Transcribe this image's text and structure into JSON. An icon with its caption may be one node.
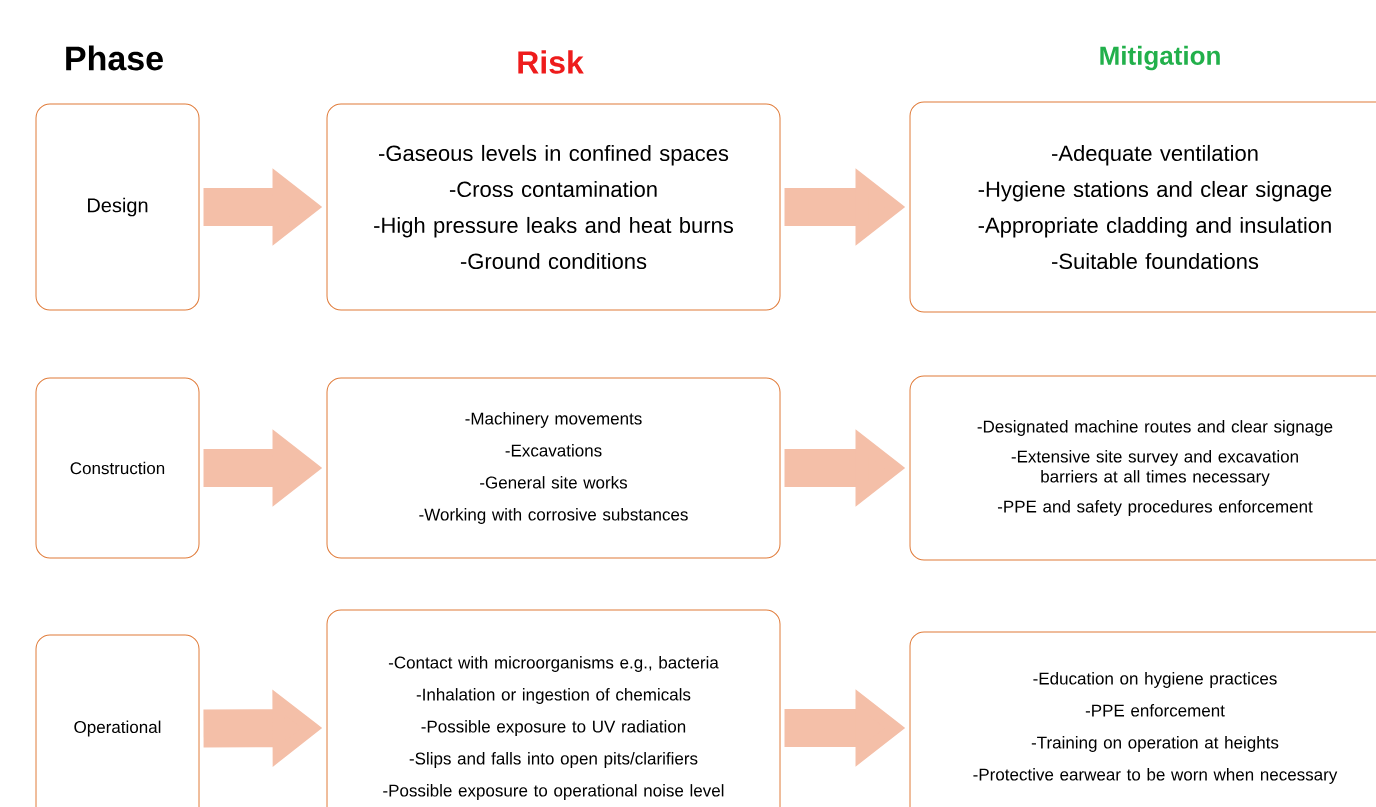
{
  "diagram": {
    "nodes": [
      {
        "text": [
          "Design"
        ]
      },
      {
        "text": [
          "-Gaseous levels in confined spaces",
          "-Cross contamination",
          "-High pressure leaks  and heat burns",
          "-Ground conditions"
        ]
      },
      {
        "text": [
          "-Adequate ventilation",
          "-Hygiene stations and clear signage",
          "-Appropriate cladding and insulation",
          "-Suitable foundations"
        ]
      },
      {
        "text": [
          "Construction"
        ]
      },
      {
        "text": [
          "-Machinery movements",
          "-Excavations",
          "-General site works",
          "-Working with corrosive substances"
        ]
      },
      {
        "text": [
          "-Designated machine routes and clear signage",
          "-Extensive site survey and excavation barriers at all times necessary",
          "-PPE and safety procedures enforcement"
        ]
      },
      {
        "text": [
          "Operational"
        ]
      },
      {
        "text": [
          "-Contact with microorganisms e.g., bacteria",
          "-Inhalation or ingestion of chemicals",
          "-Possible exposure to UV radiation",
          "-Slips and falls into open pits/clarifiers",
          "-Possible exposure to operational noise level"
        ]
      },
      {
        "text": [
          "-Education  on hygiene practices",
          "-PPE enforcement",
          "-Training on operation at heights",
          "-Protective earwear to be worn when necessary"
        ]
      }
    ],
    "edges": [
      {
        "from": 0,
        "to": 1,
        "arrow": "to"
      },
      {
        "from": 1,
        "to": 2,
        "arrow": "to"
      },
      {
        "from": 3,
        "to": 4,
        "arrow": "to"
      },
      {
        "from": 4,
        "to": 5,
        "arrow": "to"
      },
      {
        "from": 6,
        "to": 7,
        "arrow": "to"
      },
      {
        "from": 7,
        "to": 8,
        "arrow": "to"
      }
    ],
    "labels": [
      "Phase",
      "Risk",
      "Mitigation"
    ]
  }
}
